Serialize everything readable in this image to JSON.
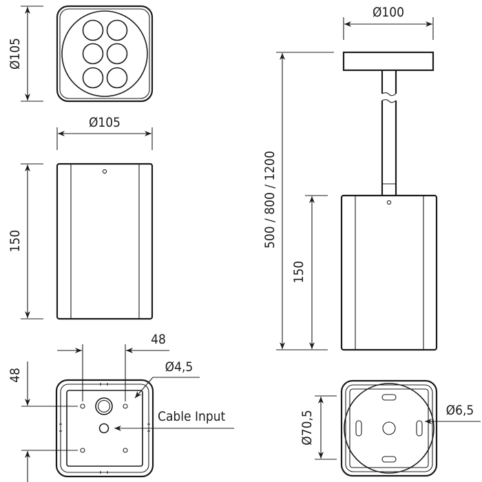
{
  "drawing": {
    "title": "Pendant luminaire dimensional drawing",
    "top_view": {
      "height_label": "Ø105",
      "led_count": 6
    },
    "side_view": {
      "width_label": "Ø105",
      "height_label": "150"
    },
    "bottom_view": {
      "horizontal_spacing_label": "48",
      "vertical_spacing_label": "48",
      "hole_label": "Ø4,5",
      "cable_label": "Cable Input"
    },
    "pendant_view": {
      "canopy_label": "Ø100",
      "total_length_label": "500 / 800 / 1200",
      "body_height_label": "150"
    },
    "canopy_view": {
      "plate_label": "Ø70,5",
      "hole_label": "Ø6,5"
    }
  }
}
